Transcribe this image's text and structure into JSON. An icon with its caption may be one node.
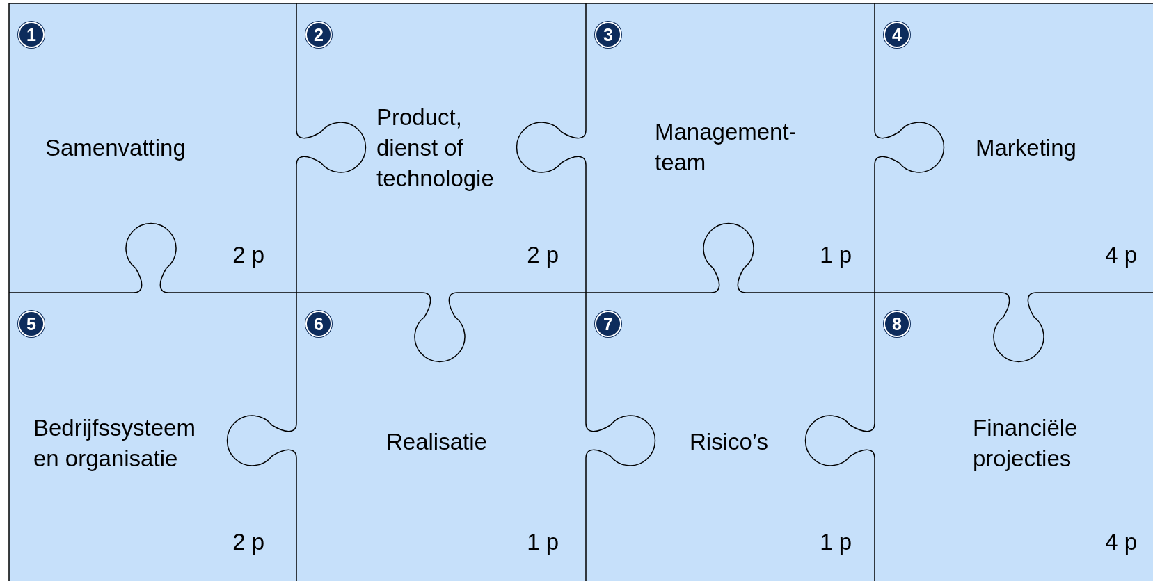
{
  "diagram": {
    "nodes": [
      {
        "text": [
          "1",
          "Samenvatting",
          "2 p"
        ]
      },
      {
        "text": [
          "2",
          "Product, dienst of technologie",
          "2 p"
        ]
      },
      {
        "text": [
          "3",
          "Management-team",
          "1 p"
        ]
      },
      {
        "text": [
          "4",
          "Marketing",
          "4 p"
        ]
      },
      {
        "text": [
          "5",
          "Bedrijfssysteem en organisatie",
          "2 p"
        ]
      },
      {
        "text": [
          "6",
          "Realisatie",
          "1 p"
        ]
      },
      {
        "text": [
          "7",
          "Risico’s",
          "1 p"
        ]
      },
      {
        "text": [
          "8",
          "Financiële projecties",
          "4 p"
        ]
      }
    ]
  }
}
